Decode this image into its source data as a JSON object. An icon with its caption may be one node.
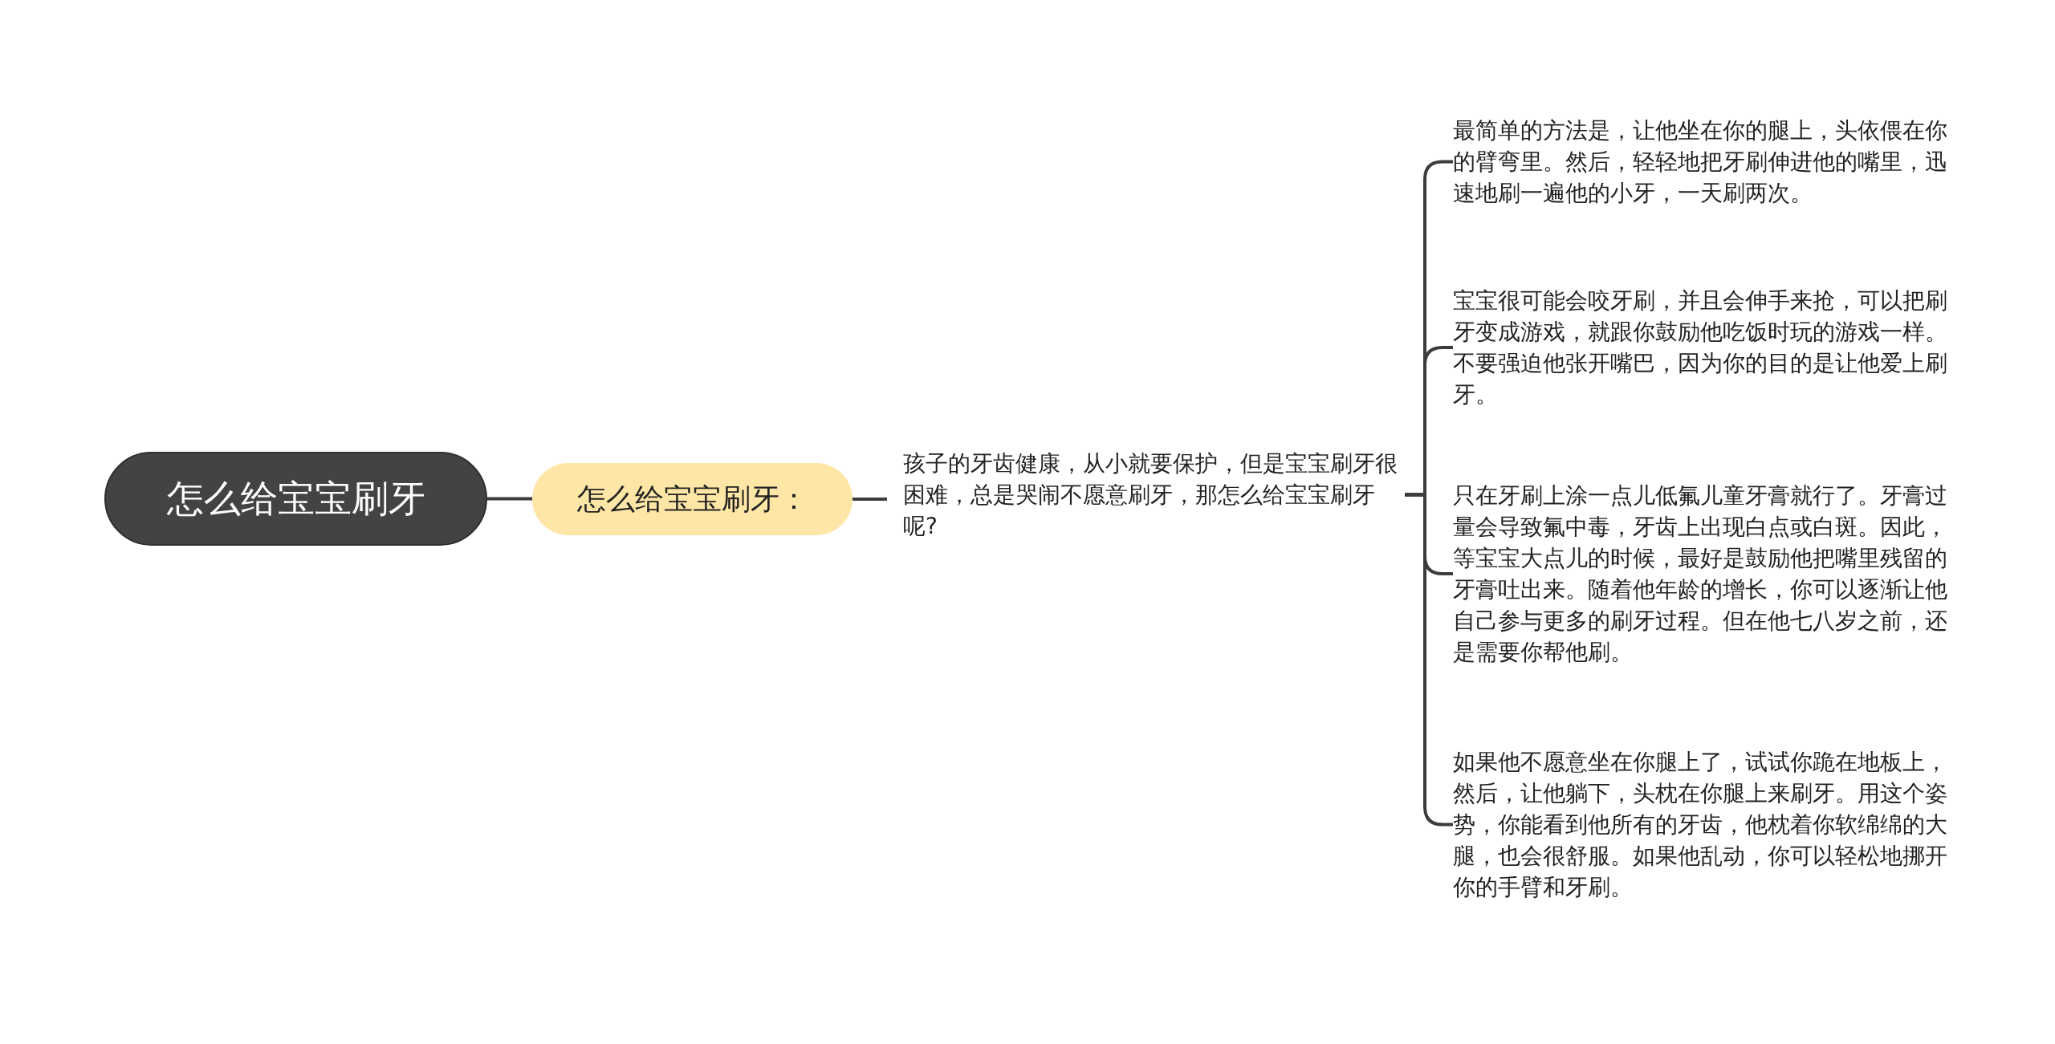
{
  "diagram": {
    "nodes": [
      {
        "text": [
          "怎么给宝宝刷牙"
        ]
      },
      {
        "text": [
          "怎么给宝宝刷牙："
        ]
      },
      {
        "text": [
          "孩子的牙齿健康，从小就要保护，但是宝宝刷牙很困难，总是哭闹不愿意刷牙，那怎么给宝宝刷牙呢?"
        ]
      },
      {
        "text": [
          "最简单的方法是，让他坐在你的腿上，头依偎在你的臂弯里。然后，轻轻地把牙刷伸进他的嘴里，迅速地刷一遍他的小牙，一天刷两次。"
        ]
      },
      {
        "text": [
          "宝宝很可能会咬牙刷，并且会伸手来抢，可以把刷牙变成游戏，就跟你鼓励他吃饭时玩的游戏一样。不要强迫他张开嘴巴，因为你的目的是让他爱上刷牙。"
        ]
      },
      {
        "text": [
          "只在牙刷上涂一点儿低氟儿童牙膏就行了。牙膏过量会导致氟中毒，牙齿上出现白点或白斑。因此，等宝宝大点儿的时候，最好是鼓励他把嘴里残留的牙膏吐出来。随着他年龄的增长，你可以逐渐让他自己参与更多的刷牙过程。但在他七八岁之前，还是需要你帮他刷。"
        ]
      },
      {
        "text": [
          "如果他不愿意坐在你腿上了，试试你跪在地板上，然后，让他躺下，头枕在你腿上来刷牙。用这个姿势，你能看到他所有的牙齿，他枕着你软绵绵的大腿，也会很舒服。如果他乱动，你可以轻松地挪开你的手臂和牙刷。"
        ]
      }
    ],
    "edges": [
      {
        "from": 0,
        "to": 1,
        "arrow": "none"
      },
      {
        "from": 1,
        "to": 2,
        "arrow": "none"
      },
      {
        "from": 2,
        "to": 3,
        "arrow": "none"
      },
      {
        "from": 2,
        "to": 4,
        "arrow": "none"
      },
      {
        "from": 2,
        "to": 5,
        "arrow": "none"
      },
      {
        "from": 2,
        "to": 6,
        "arrow": "none"
      }
    ]
  }
}
